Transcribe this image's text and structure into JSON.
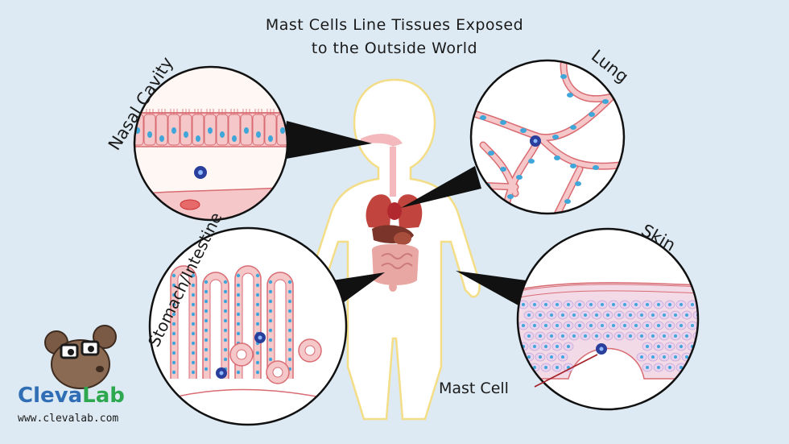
{
  "title": {
    "line1": "Mast Cells Line Tissues Exposed",
    "line2": "to the Outside World"
  },
  "labels": {
    "nasal": "Nasal Cavity",
    "lung": "Lung",
    "stomach": "Stomach/Intestine",
    "skin": "Skin",
    "mast_cell": "Mast Cell"
  },
  "logo": {
    "name_part1": "Cleva",
    "name_part2": "Lab",
    "url": "www.clevalab.com"
  },
  "colors": {
    "background": "#ddeaf3",
    "tissue_pink": "#f6c7c9",
    "cell_outline": "#d86c72",
    "nucleus_blue": "#3ea6d8",
    "mast_cell": "#2a3f9c",
    "pointer": "#111111",
    "logo_blue": "#2f6db5",
    "logo_green": "#2ea84f"
  }
}
